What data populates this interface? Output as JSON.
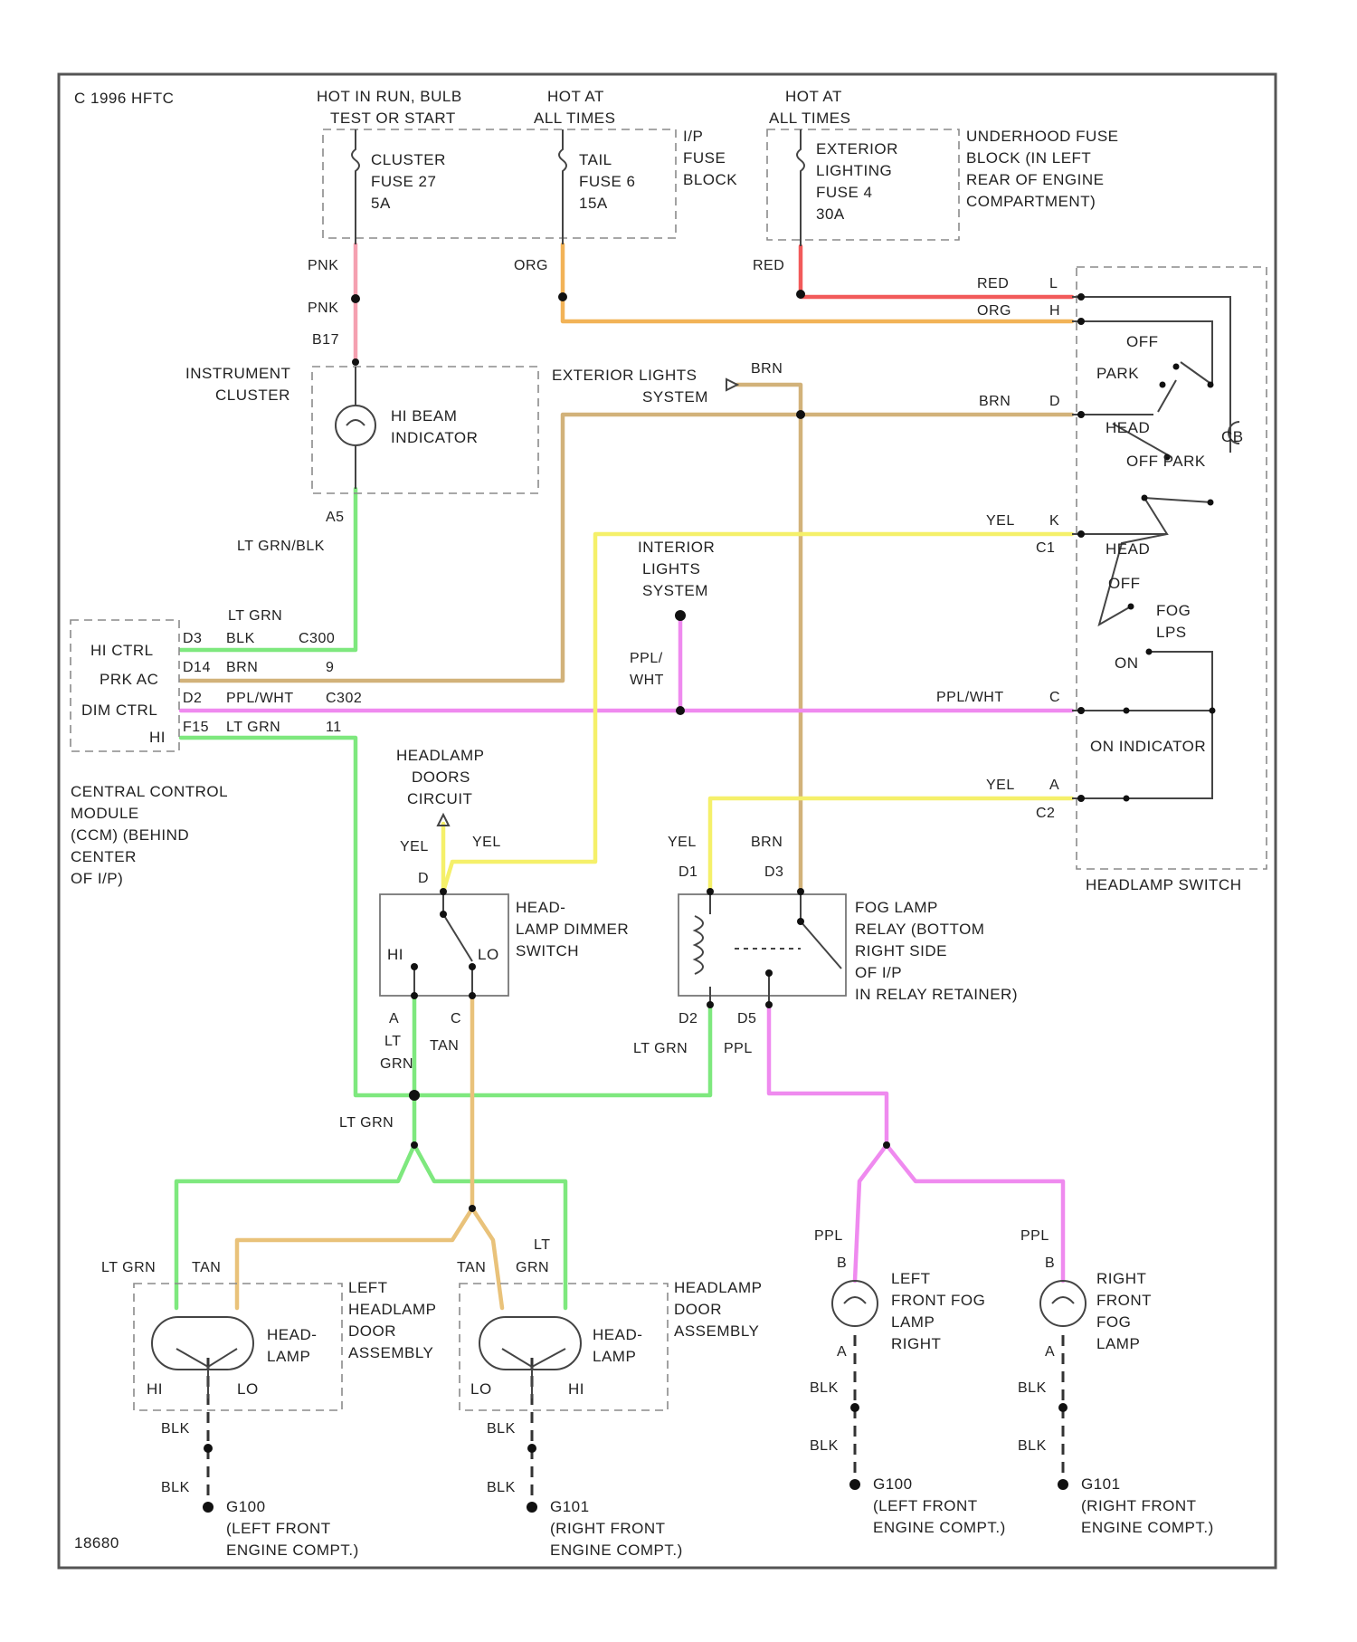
{
  "colors": {
    "RED": "#f25a5a",
    "PNK": "#f5a0b0",
    "ORG": "#f2b357",
    "BRN": "#d2b27a",
    "YEL": "#f5f06a",
    "LT_GRN": "#7ee87e",
    "PPL": "#ef8aef",
    "TAN": "#e9c27a",
    "BLK": "#333333"
  },
  "header": {
    "copyright": "C 1996 HFTC",
    "figure_id": "18680"
  },
  "power": {
    "hot_run": [
      "HOT IN RUN, BULB",
      "TEST OR START"
    ],
    "hot_all_1": [
      "HOT AT",
      "ALL TIMES"
    ],
    "hot_all_2": [
      "HOT AT",
      "ALL TIMES"
    ],
    "fuse_cluster": [
      "CLUSTER",
      "FUSE 27",
      "5A"
    ],
    "fuse_tail": [
      "TAIL",
      "FUSE 6",
      "15A"
    ],
    "ip_fuse_block": [
      "I/P",
      "FUSE",
      "BLOCK"
    ],
    "fuse_ext": [
      "EXTERIOR",
      "LIGHTING",
      "FUSE 4",
      "30A"
    ],
    "underhood_block": [
      "UNDERHOOD FUSE",
      "BLOCK (IN LEFT",
      "REAR OF ENGINE",
      "COMPARTMENT)"
    ]
  },
  "cluster": {
    "label": [
      "INSTRUMENT",
      "CLUSTER"
    ],
    "indicator": [
      "HI BEAM",
      "INDICATOR"
    ],
    "pin_top": "B17",
    "pin_bot": "A5"
  },
  "ccm": {
    "pins": [
      "HI CTRL",
      "PRK AC",
      "DIM CTRL",
      "HI"
    ],
    "label": [
      "CENTRAL CONTROL",
      "MODULE",
      "(CCM) (BEHIND",
      "CENTER",
      "OF I/P)"
    ],
    "row1": {
      "pin": "D3",
      "wire": "BLK",
      "splice": "C300"
    },
    "row2": {
      "pin": "D14",
      "wire": "BRN",
      "num": "9"
    },
    "row3": {
      "pin": "D2",
      "wire": "PPL/WHT",
      "splice": "C302"
    },
    "row4": {
      "pin": "F15",
      "wire": "LT GRN",
      "num": "11"
    }
  },
  "headlamp_switch": {
    "label": "HEADLAMP SWITCH",
    "pins": [
      "L",
      "H",
      "D",
      "K",
      "C",
      "A"
    ],
    "pin_c1": "C1",
    "pin_c2": "C2",
    "positions": [
      "OFF",
      "PARK",
      "HEAD",
      "OFF PARK",
      "HEAD",
      "OFF",
      "FOG",
      "LPS",
      "ON",
      "ON INDICATOR",
      "CB"
    ]
  },
  "systems": {
    "exterior": [
      "EXTERIOR LIGHTS",
      "SYSTEM"
    ],
    "interior": [
      "INTERIOR",
      "LIGHTS",
      "SYSTEM"
    ],
    "doors": [
      "HEADLAMP",
      "DOORS",
      "CIRCUIT"
    ]
  },
  "dimmer": {
    "label": [
      "HEAD-",
      "LAMP DIMMER",
      "SWITCH"
    ],
    "pin_top": "D",
    "pins": [
      "A",
      "C"
    ],
    "contacts": [
      "HI",
      "LO"
    ]
  },
  "fog_relay": {
    "label": [
      "FOG LAMP",
      "RELAY (BOTTOM",
      "RIGHT SIDE",
      "OF I/P",
      "IN RELAY RETAINER)"
    ],
    "pins_top": [
      "D1",
      "D3"
    ],
    "pins_bot": [
      "D2",
      "D5"
    ]
  },
  "wires": {
    "pnk": "PNK",
    "org": "ORG",
    "red": "RED",
    "brn": "BRN",
    "yel": "YEL",
    "ltgrn": "LT GRN",
    "ltgrn_blk": "LT GRN/BLK",
    "lt": "LT",
    "grn": "GRN",
    "tan": "TAN",
    "ppl": "PPL",
    "ppl_wht": "PPL/WHT",
    "blk": "BLK",
    "ppl_vert": [
      "PPL/",
      "WHT"
    ]
  },
  "lamps": {
    "left_hl": [
      "LEFT",
      "HEADLAMP",
      "DOOR",
      "ASSEMBLY"
    ],
    "right_hl": [
      "HEADLAMP",
      "DOOR",
      "ASSEMBLY"
    ],
    "head_lamp": [
      "HEAD-",
      "LAMP"
    ],
    "hi": "HI",
    "lo": "LO",
    "left_fog": [
      "LEFT",
      "FRONT FOG",
      "LAMP",
      "RIGHT"
    ],
    "right_fog": [
      "RIGHT",
      "FRONT",
      "FOG",
      "LAMP"
    ],
    "pin_b": "B",
    "pin_a": "A"
  },
  "grounds": {
    "g100": {
      "id": "G100",
      "loc": [
        "(LEFT FRONT",
        "ENGINE COMPT.)"
      ]
    },
    "g101": {
      "id": "G101",
      "loc": [
        "(RIGHT FRONT",
        "ENGINE COMPT.)"
      ]
    },
    "g102": {
      "id": "G100",
      "loc": [
        "(LEFT FRONT",
        "ENGINE COMPT.)"
      ]
    },
    "g103": {
      "id": "G101",
      "loc": [
        "(RIGHT FRONT",
        "ENGINE COMPT.)"
      ]
    }
  }
}
